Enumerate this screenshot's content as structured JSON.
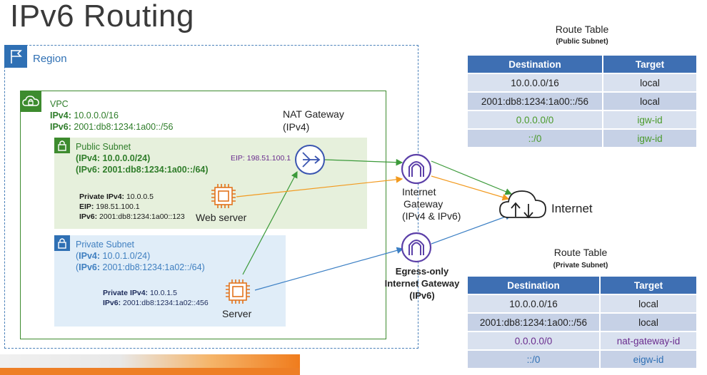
{
  "title": "IPv6 Routing",
  "region": {
    "label": "Region"
  },
  "vpc": {
    "name": "VPC",
    "ipv4_key": "IPv4:",
    "ipv4_val": "10.0.0.0/16",
    "ipv6_key": "IPv6:",
    "ipv6_val": "2001:db8:1234:1a00::/56"
  },
  "public_subnet": {
    "name": "Public Subnet",
    "ipv4_key": "IPv4:",
    "ipv4_val": "10.0.0.0/24",
    "ipv6_key": "IPv6:",
    "ipv6_val": "2001:db8:1234:1a00::/64"
  },
  "private_subnet": {
    "name": "Private Subnet",
    "ipv4_key": "IPv4:",
    "ipv4_val": "10.0.1.0/24",
    "ipv6_key": "IPv6:",
    "ipv6_val": "2001:db8:1234:1a02::/64"
  },
  "web_server": {
    "label": "Web server",
    "priv_key": "Private IPv4:",
    "priv_val": "10.0.0.5",
    "eip_key": "EIP:",
    "eip_val": "198.51.100.1",
    "ipv6_key": "IPv6:",
    "ipv6_val": "2001:db8:1234:1a00::123"
  },
  "server": {
    "label": "Server",
    "priv_key": "Private IPv4:",
    "priv_val": "10.0.1.5",
    "ipv6_key": "IPv6:",
    "ipv6_val": "2001:db8:1234:1a02::456"
  },
  "nat": {
    "line1": "NAT Gateway",
    "line2": "(IPv4)",
    "eip": "EIP: 198.51.100.1"
  },
  "igw": {
    "line1": "Internet",
    "line2": "Gateway",
    "line3": "(IPv4 & IPv6)"
  },
  "eigw": {
    "line1": "Egress-only",
    "line2": "Internet Gateway",
    "line3": "(IPv6)"
  },
  "internet": {
    "label": "Internet"
  },
  "public_route_table": {
    "title": "Route Table",
    "subtitle": "(Public Subnet)",
    "headers": [
      "Destination",
      "Target"
    ],
    "rows": [
      [
        "10.0.0.0/16",
        "local"
      ],
      [
        "2001:db8:1234:1a00::/56",
        "local"
      ],
      [
        "0.0.0.0/0",
        "igw-id"
      ],
      [
        "::/0",
        "igw-id"
      ]
    ]
  },
  "private_route_table": {
    "title": "Route Table",
    "subtitle": "(Private Subnet)",
    "headers": [
      "Destination",
      "Target"
    ],
    "rows": [
      [
        "10.0.0.0/16",
        "local"
      ],
      [
        "2001:db8:1234:1a00::/56",
        "local"
      ],
      [
        "0.0.0.0/0",
        "nat-gateway-id"
      ],
      [
        "::/0",
        "eigw-id"
      ]
    ]
  },
  "colors": {
    "region": "#2f70b4",
    "vpc": "#3d8b2e",
    "table_header": "#3e6fb3",
    "nat_icon": "#3a55b0",
    "gateway_icon": "#5b3fa8",
    "chip": "#e2731c",
    "arrow_green": "#3c9a3a",
    "arrow_orange": "#f29a1f",
    "arrow_blue": "#3b7fc4"
  }
}
